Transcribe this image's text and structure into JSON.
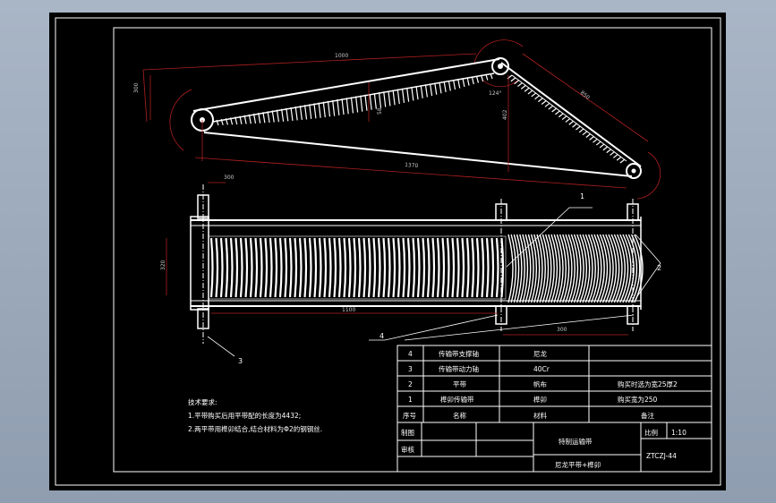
{
  "drawing": {
    "colors": {
      "background": "#a9b6c6",
      "paper": "#000000",
      "line": "#ffffff",
      "dimension": "#b02020"
    },
    "dimensions": {
      "top_length": "1000",
      "left_height": "300",
      "pulley_diameter": "300",
      "right_length": "850",
      "bottom_length": "1370",
      "angle": "124°",
      "mid_height": "402",
      "belt_flange": "58",
      "front_length": "1100",
      "front_height": "320",
      "right_spacing": "300"
    },
    "callouts": [
      "1",
      "2",
      "3",
      "4"
    ],
    "technical_requirements": {
      "title": "技术要求:",
      "items": [
        "1.平带购买后用平带配的长度为4432;",
        "2.两平带用榫卯结合,结合材料为Φ2的钢钢丝."
      ]
    },
    "parts_list": {
      "rows": [
        {
          "no": "4",
          "name": "传输带支撑轴",
          "material": "尼龙",
          "note": ""
        },
        {
          "no": "3",
          "name": "传输带动力轴",
          "material": "40Cr",
          "note": ""
        },
        {
          "no": "2",
          "name": "平带",
          "material": "帆布",
          "note": "购买时选为宽25厚2"
        },
        {
          "no": "1",
          "name": "榫卯传输带",
          "material": "榫卯",
          "note": "购买宽为250"
        }
      ],
      "header": {
        "no": "序号",
        "name": "名称",
        "material": "材料",
        "note": "备注"
      }
    },
    "title_block": {
      "drawn_label": "制图",
      "checked_label": "审核",
      "title": "特制运输带",
      "scale_label": "比例",
      "scale_value": "1:10",
      "material_line": "尼龙平带+榫卯",
      "drawing_no": "ZTCZJ-44"
    }
  }
}
